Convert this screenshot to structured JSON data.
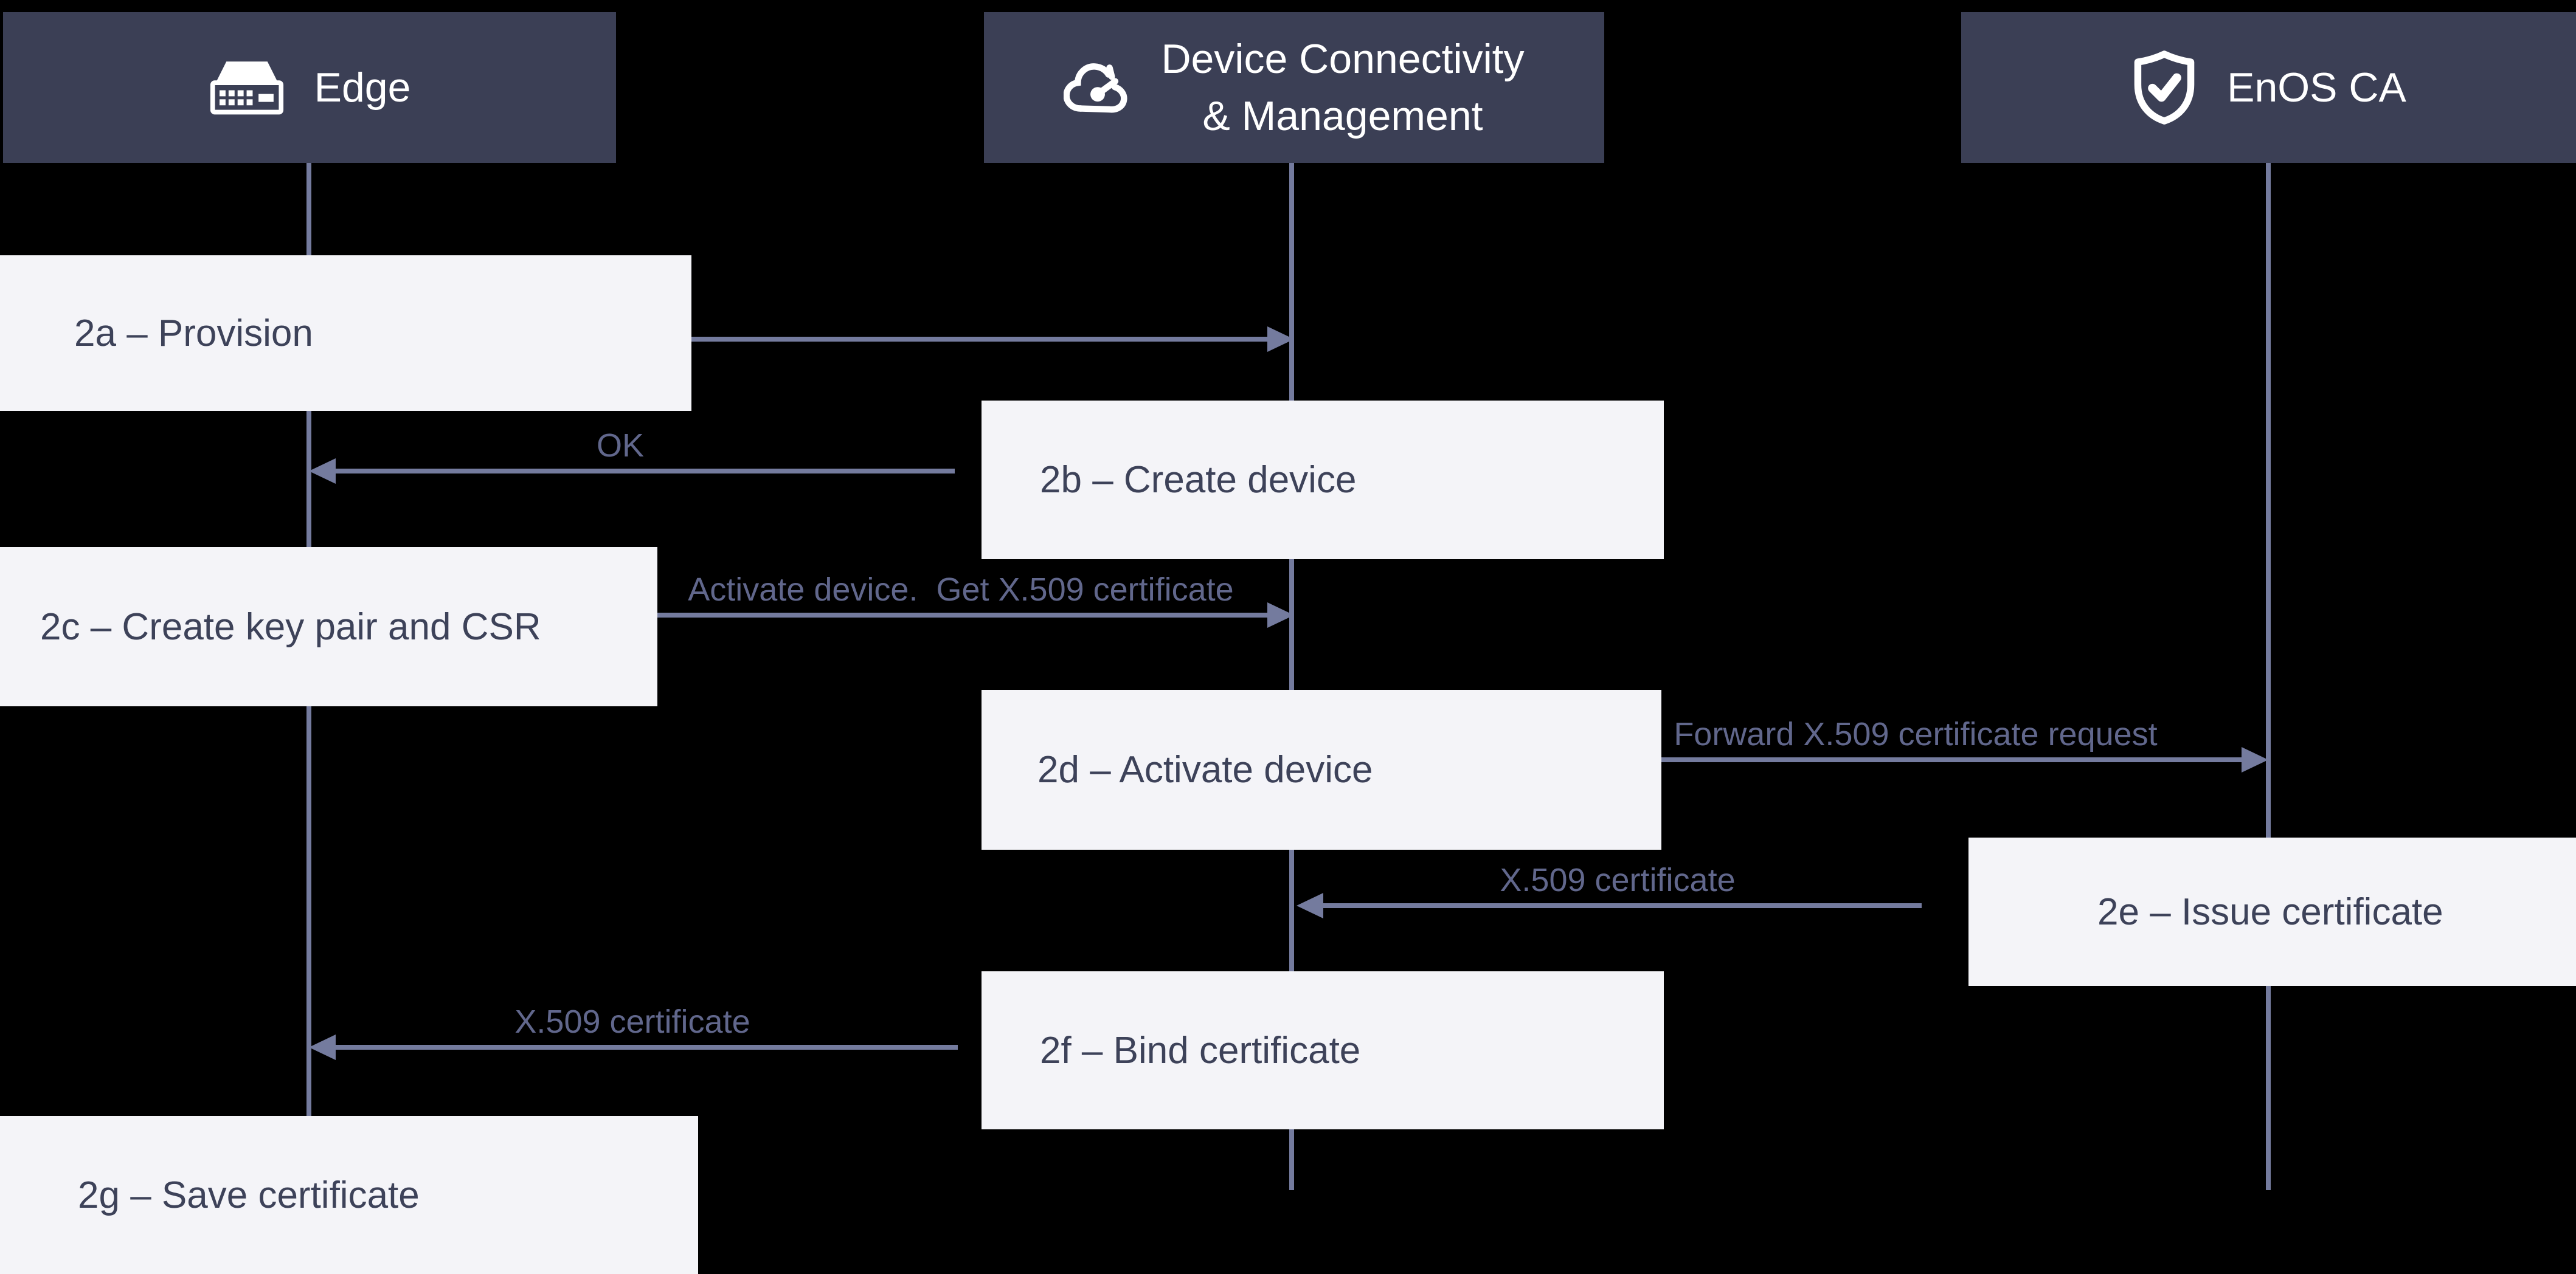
{
  "colors": {
    "background": "#000000",
    "header_bg": "#3b3f55",
    "header_text": "#ffffff",
    "box_bg": "#f4f4f8",
    "box_text": "#3d4259",
    "line": "#747b9e",
    "message_text": "#61678c"
  },
  "actors": {
    "edge": {
      "label": "Edge",
      "icon": "edge-device-icon"
    },
    "dcm": {
      "line1": "Device Connectivity",
      "line2": "& Management",
      "icon": "cloud-gauge-icon"
    },
    "ca": {
      "label": "EnOS CA",
      "icon": "shield-check-icon"
    }
  },
  "steps": {
    "s2a": "2a – Provision",
    "s2b": "2b – Create device",
    "s2c": "2c – Create key pair and CSR",
    "s2d": "2d – Activate device",
    "s2e": "2e – Issue certificate",
    "s2f": "2f – Bind certificate",
    "s2g": "2g – Save certificate"
  },
  "messages": {
    "ok": "OK",
    "activate": "Activate device.  Get X.509 certificate",
    "forward": "Forward X.509 certificate request",
    "x509_to_dcm": "X.509 certificate",
    "x509_to_edge": "X.509 certificate"
  }
}
